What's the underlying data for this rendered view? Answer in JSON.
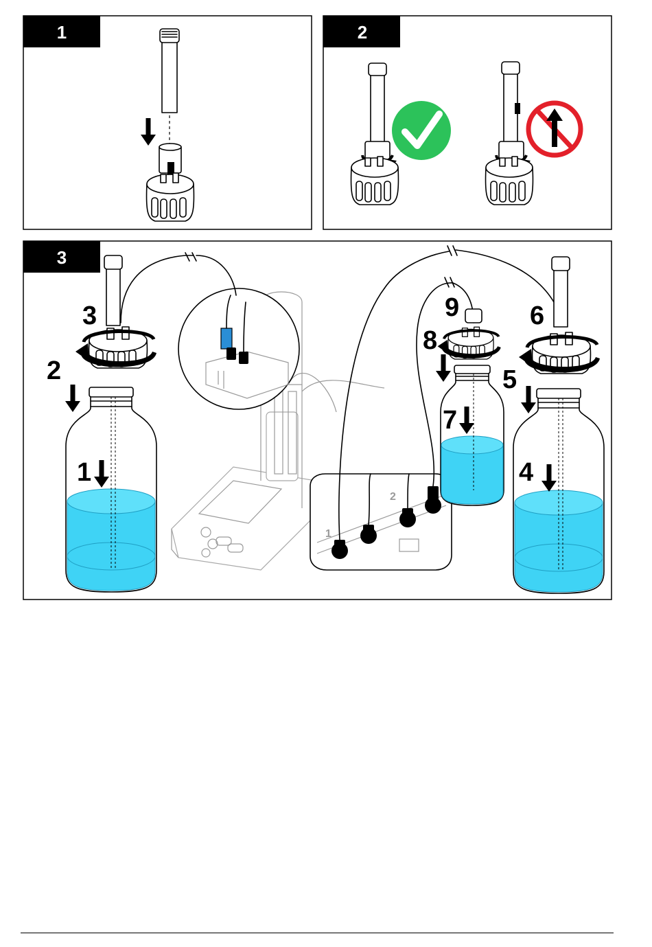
{
  "panels": [
    {
      "id": "1",
      "label": "1"
    },
    {
      "id": "2",
      "label": "2"
    },
    {
      "id": "3",
      "label": "3"
    }
  ],
  "step_numbers": [
    "1",
    "2",
    "3",
    "4",
    "5",
    "6",
    "7",
    "8",
    "9"
  ],
  "colors": {
    "liquid": "#3fd3f5",
    "liquid_dark": "#22b9e0",
    "ok_green": "#2cc25a",
    "prohibited_red": "#e3202a",
    "adapter_blue": "#2a8ed6",
    "outline": "#000000",
    "device_grey": "#a8a8a8"
  },
  "icons": [
    "down-arrow-icon",
    "checkmark-icon",
    "prohibited-icon",
    "rotate-arrow-icon"
  ]
}
